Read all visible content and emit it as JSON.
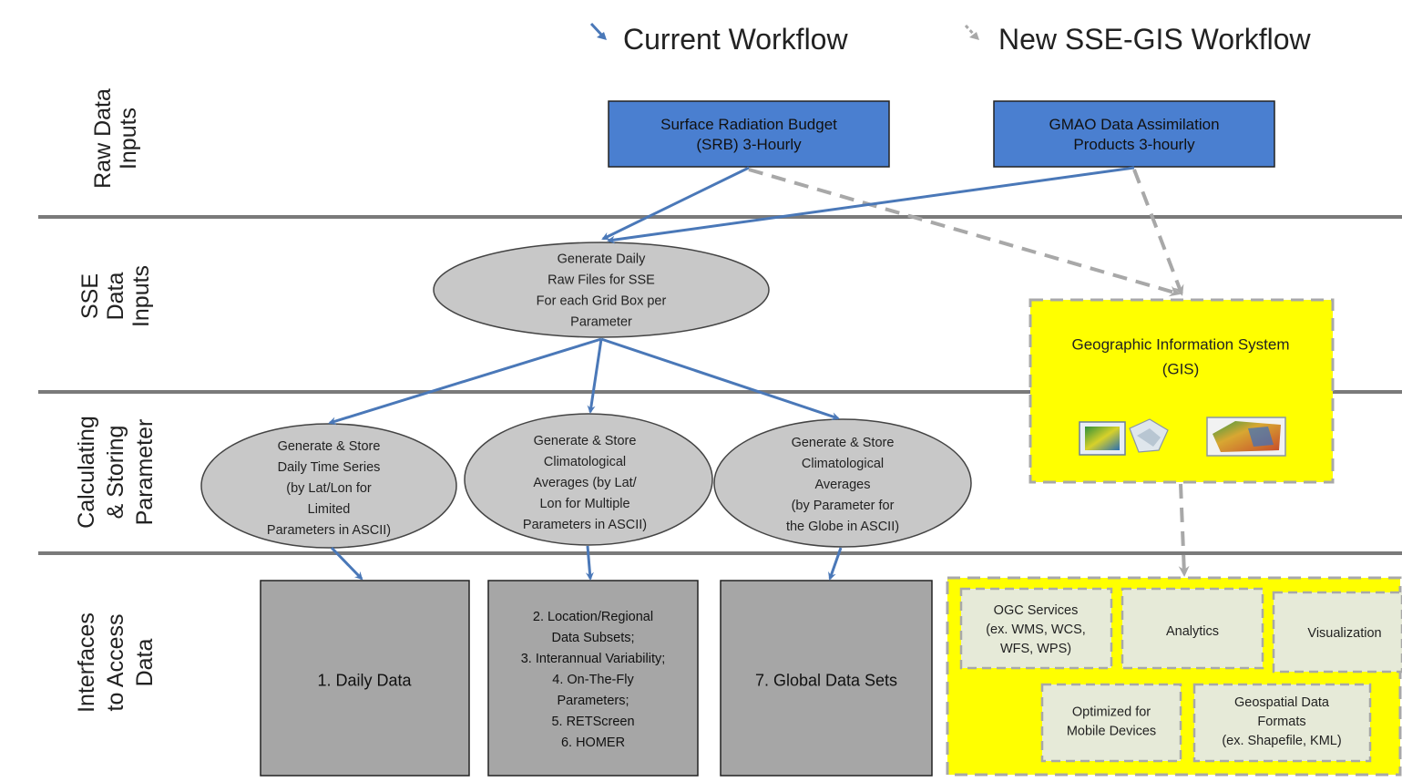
{
  "legend": {
    "current_label": "Current Workflow",
    "new_label": "New SSE-GIS Workflow"
  },
  "rows": [
    {
      "lines": [
        "Raw Data",
        "Inputs"
      ]
    },
    {
      "lines": [
        "SSE",
        "Data",
        "Inputs"
      ]
    },
    {
      "lines": [
        "Calculating",
        "& Storing",
        "Parameter"
      ]
    },
    {
      "lines": [
        "Interfaces",
        "to Access",
        "Data"
      ]
    }
  ],
  "raw_inputs": {
    "srb": [
      "Surface Radiation Budget",
      "(SRB) 3-Hourly"
    ],
    "gmao": [
      "GMAO Data Assimilation",
      "Products 3-hourly"
    ]
  },
  "sse_inputs": {
    "generate_daily": [
      "Generate Daily",
      "Raw Files for SSE",
      "For each Grid Box per",
      "Parameter"
    ]
  },
  "calculating": {
    "time_series": [
      "Generate & Store",
      "Daily Time Series",
      "(by Lat/Lon for",
      "Limited",
      "Parameters in ASCII)"
    ],
    "clim_latlon": [
      "Generate & Store",
      "Climatological",
      "Averages  (by Lat/",
      "Lon for Multiple",
      "Parameters in ASCII)"
    ],
    "clim_globe": [
      "Generate & Store",
      "Climatological",
      "Averages",
      "(by Parameter for",
      "the Globe in ASCII)"
    ]
  },
  "gis": {
    "title": [
      "Geographic Information System",
      "(GIS)"
    ]
  },
  "interfaces": {
    "daily": [
      "1. Daily Data"
    ],
    "regional": [
      "2. Location/Regional",
      "Data Subsets;",
      "3. Interannual Variability;",
      "4. On-The-Fly",
      "Parameters;",
      "5. RETScreen",
      "6. HOMER"
    ],
    "global": [
      "7. Global Data Sets"
    ]
  },
  "gis_services": {
    "ogc": [
      "OGC Services",
      "(ex. WMS, WCS,",
      "WFS, WPS)"
    ],
    "analytics": [
      "Analytics"
    ],
    "visualization": [
      "Visualization"
    ],
    "mobile": [
      "Optimized for",
      "Mobile Devices"
    ],
    "formats": [
      "Geospatial Data",
      "Formats",
      "(ex. Shapefile, KML)"
    ]
  },
  "colors": {
    "blue_box": "#4a7fd0",
    "blue_arrow": "#4a78b8",
    "gray_shape": "#c8c8c8",
    "dark_gray_box": "#a6a6a6",
    "dashed_arrow": "#a8a8a8",
    "gis_yellow": "#ffff00",
    "service_box": "#e6ead8"
  }
}
